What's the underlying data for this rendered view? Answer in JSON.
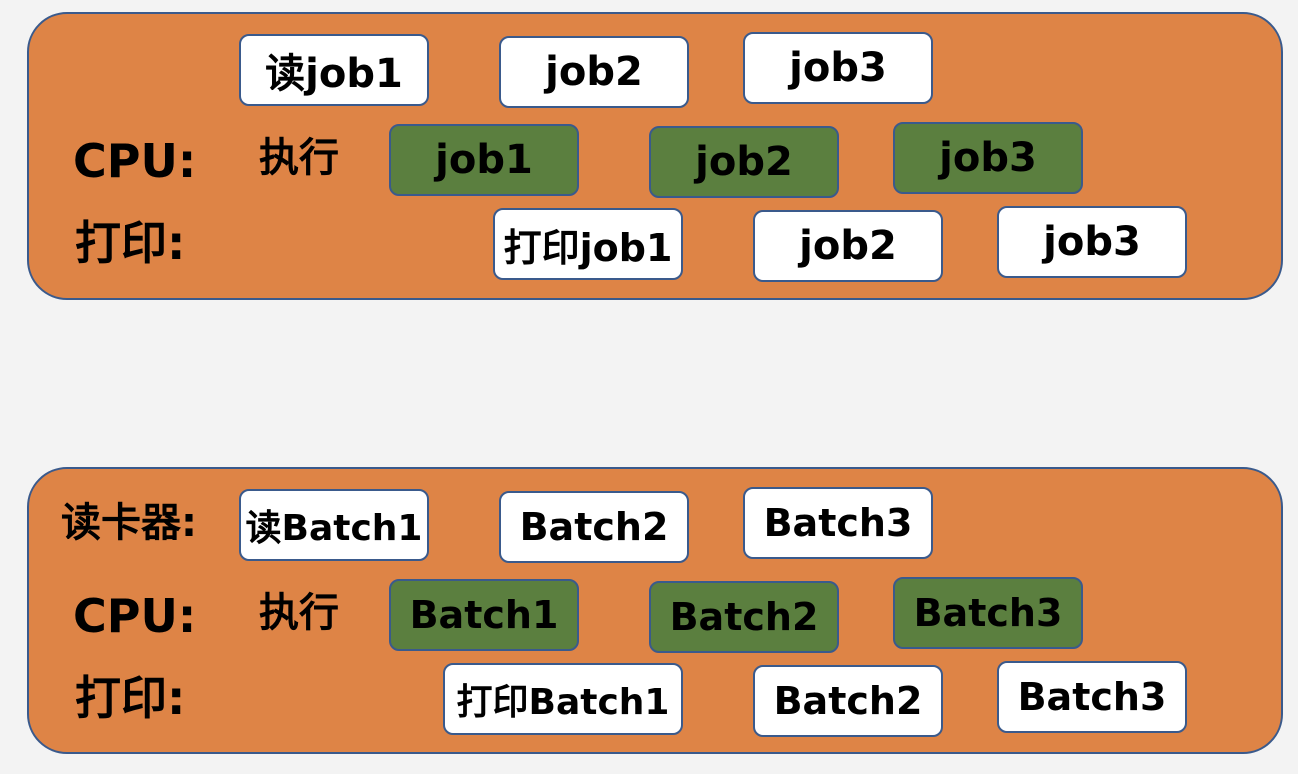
{
  "panel1": {
    "row_read": {
      "items": [
        "读job1",
        "job2",
        "job3"
      ]
    },
    "row_cpu": {
      "label": "CPU:",
      "action": "执行",
      "items": [
        "job1",
        "job2",
        "job3"
      ]
    },
    "row_print": {
      "label": "打印:",
      "items": [
        "打印job1",
        "job2",
        "job3"
      ]
    }
  },
  "panel2": {
    "row_read": {
      "label": "读卡器:",
      "items": [
        "读Batch1",
        "Batch2",
        "Batch3"
      ]
    },
    "row_cpu": {
      "label": "CPU:",
      "action": "执行",
      "items": [
        "Batch1",
        "Batch2",
        "Batch3"
      ]
    },
    "row_print": {
      "label": "打印:",
      "items": [
        "打印Batch1",
        "Batch2",
        "Batch3"
      ]
    }
  },
  "colors": {
    "panel": "#de8446",
    "cpu_box": "#5b7f3f",
    "io_box": "#ffffff",
    "border": "#3a5a8c"
  }
}
